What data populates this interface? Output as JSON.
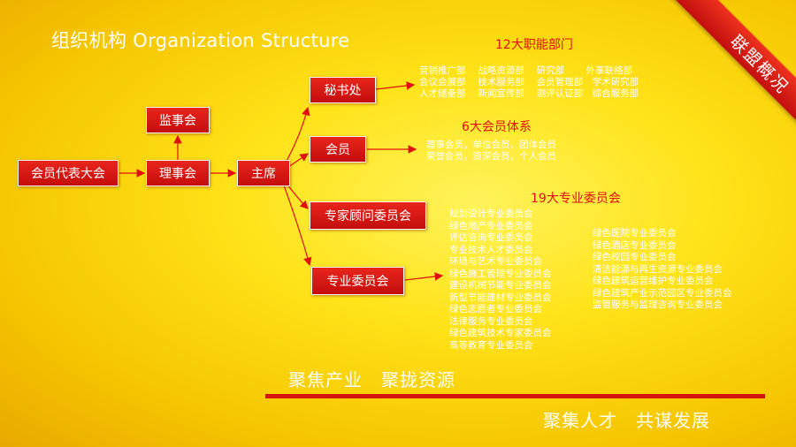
{
  "title": "组织机构 Organization Structure",
  "corner_label": "联盟概况",
  "nodes": {
    "congress": "会员代表大会",
    "council": "理事会",
    "supervisors": "监事会",
    "chairman": "主席",
    "secretariat": "秘书处",
    "members": "会员",
    "advisory": "专家顾问委员会",
    "committees": "专业委员会"
  },
  "headings": {
    "departments": "12大职能部门",
    "member_system": "6大会员体系",
    "committee_count": "19大专业委员会"
  },
  "departments": [
    "营销推广部　 战略资源部　 研究部　　 外事联络部",
    "会议会展部　 技术服务部　 会员管理部　学术研究部",
    "人才储备部　 新闻宣传部　 测评认证部　综合服务部"
  ],
  "member_types": [
    "理事会员，单位会员，团体会员",
    "荣誉会员，资深会员，个人会员"
  ],
  "committees_left": [
    "规划设计专业委员会",
    "绿色地产专业委员会",
    "评估咨询专业委员会",
    "专业技术人才委员会",
    "环境与艺术专业委员会",
    "绿色施工管理专业委员会",
    "建设机械节能专业委员会",
    "新型节能建材专业委员会",
    "绿色志愿者专业委员会",
    "法律服务专业委员会",
    "绿色建筑技术专家委员会",
    "高等教育专业委员会"
  ],
  "committees_right": [
    "绿色医院专业委员会",
    "绿色酒店专业委员会",
    "绿色校园专业委员会",
    "清洁能源与再生资源专业委员会",
    "绿色建筑运营维护专业委员会",
    "绿色建筑产业示范园区专业委员会",
    "监管服务与监理咨询专业委员会"
  ],
  "slogans": {
    "first": "聚焦产业　聚拢资源",
    "second": "聚集人才　共谋发展"
  },
  "colors": {
    "accent_red": "#d4140f",
    "background_yellow": "#ffe31a",
    "text_white": "#ffffff"
  }
}
